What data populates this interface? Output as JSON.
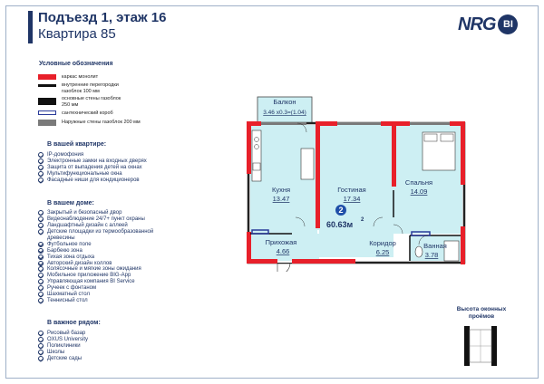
{
  "header": {
    "title": "Подъезд 1, этаж 16",
    "subtitle": "Квартира 85",
    "logo_text": "NRG",
    "logo_badge": "BI"
  },
  "colors": {
    "brand": "#1f3566",
    "wall_monolith": "#e8202a",
    "partition_100": "#111111",
    "wall_250": "#111111",
    "sanitary_box": "#2a3b9a",
    "outer_wall_200": "#7a7a7a",
    "room_fill": "#cdeff3"
  },
  "legend": {
    "title": "Условные обозначения",
    "items": [
      {
        "label": "каркас монолит"
      },
      {
        "label": "внутренние перегородки газоблок 100 мм"
      },
      {
        "label": "основные стены газоблок 250 мм"
      },
      {
        "label": "сантехнический короб"
      },
      {
        "label": "Наружные стены газоблок 200 мм"
      }
    ]
  },
  "in_apartment": {
    "title": "В вашей квартире:",
    "items": [
      "IP-домофония",
      "Электронные замки на входных дверях",
      "Защита от выпадения детей на окнах",
      "Мультифункциональные окна",
      "Фасадные ниши для кондиционеров"
    ]
  },
  "in_building": {
    "title": "В вашем доме:",
    "items": [
      {
        "text": "Закрытый и безопасный двор"
      },
      {
        "text": "Видеонаблюдение 24/7+ пункт охраны"
      },
      {
        "text": "Ландшафтный дизайн с аллеей"
      },
      {
        "text": "Детские площадки из термообразованной",
        "cont": "древесины"
      },
      {
        "text": "Футбольное поле"
      },
      {
        "text": "Барбекю зона"
      },
      {
        "text": "Тихая зона отдыха"
      },
      {
        "text": "Авторский дизайн холлов"
      },
      {
        "text": "Колясочные и мягкие зоны ожидания"
      },
      {
        "text": "Мобильное приложение BIG-App"
      },
      {
        "text": "Управляющая компания BI Service"
      },
      {
        "text": "Ручеек с фонтаном"
      },
      {
        "text": "Шахматный стол"
      },
      {
        "text": "Теннисный стол"
      }
    ]
  },
  "nearby": {
    "title": "В важное рядом:",
    "items": [
      "Рисовый базар",
      "OXUS University",
      "Поликлиники",
      "Школы",
      "Детские сады"
    ]
  },
  "plan": {
    "rooms_count": "2",
    "total_area": "60.63м",
    "total_area_sup": "2",
    "rooms": {
      "balcony": {
        "name": "Балкон",
        "area": "3.46 x0.3=(1.04)"
      },
      "kitchen": {
        "name": "Кухня",
        "area": "13.47"
      },
      "living": {
        "name": "Гостиная",
        "area": "17.34"
      },
      "bedroom": {
        "name": "Спальня",
        "area": "14.09"
      },
      "hallway": {
        "name": "Прихожая",
        "area": "4.66"
      },
      "corridor": {
        "name": "Коридор",
        "area": "6.25"
      },
      "bathroom": {
        "name": "Ванная",
        "area": "3.78"
      }
    }
  },
  "windows": {
    "title_line1": "Высота оконных",
    "title_line2": "проёмов"
  }
}
